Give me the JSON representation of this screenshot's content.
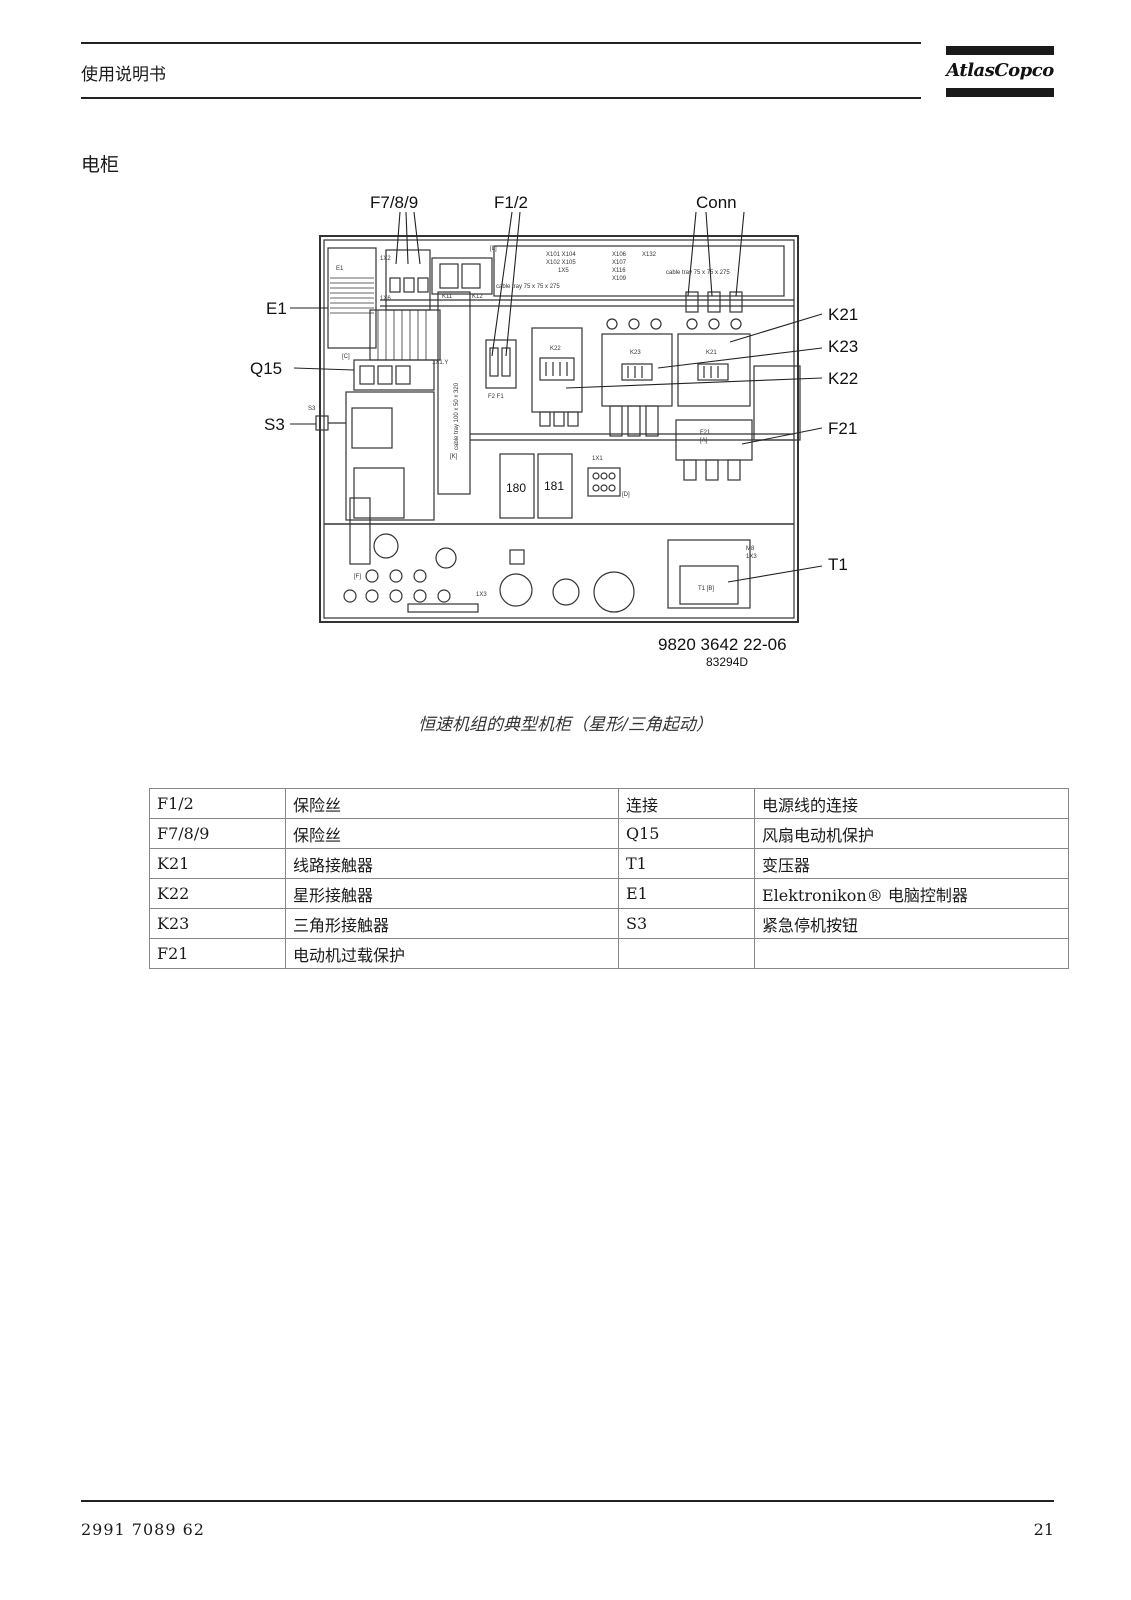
{
  "header": {
    "title": "使用说明书",
    "logo_text": "AtlasCopco"
  },
  "section": {
    "title": "电柜"
  },
  "diagram": {
    "callouts": {
      "f789": "F7/8/9",
      "f12": "F1/2",
      "conn": "Conn",
      "e1": "E1",
      "q15": "Q15",
      "s3": "S3",
      "k21": "K21",
      "k23": "K23",
      "k22": "K22",
      "f21": "F21",
      "t1": "T1"
    },
    "part_number": "9820 3642 22-06",
    "drawing_code": "83294D",
    "inner_labels": {
      "e1": "E1",
      "x101": "X101 X104",
      "x102": "X102 X105",
      "x1x5": "1X5",
      "x106": "X106",
      "x107": "X107",
      "x116": "X116",
      "x109": "X109",
      "x132": "X132",
      "cable_tray_top": "cable tray 75 x 75 x 275",
      "cable_tray_right": "cable tray 75 x 75 x 275",
      "cable_tray_vertical": "cable tray 100 x 50 x 320",
      "k11": "K11",
      "k12": "K12",
      "k22": "K22",
      "k23": "K23",
      "k21": "K21",
      "box180": "180",
      "box181": "181",
      "f2f1": "F2  F1",
      "f21a": "F21",
      "f21b": "[A]",
      "t1b": "T1  [B]",
      "x1x1": "1X1",
      "x1x3": "1X3",
      "d": "[D]",
      "k": "[K]",
      "c": "[C]",
      "l": "[L]",
      "m8": "M8",
      "m8b": "1X3",
      "s3": "S3",
      "f_bot": "[F]",
      "x1xy": "1X1.Y",
      "x1x6": "1X6",
      "x1x2": "1X2"
    }
  },
  "caption": "恒速机组的典型机柜（星形/三角起动）",
  "legend": [
    {
      "code1": "F1/2",
      "desc1": "保险丝",
      "code2": "连接",
      "desc2": "电源线的连接"
    },
    {
      "code1": "F7/8/9",
      "desc1": "保险丝",
      "code2": "Q15",
      "desc2": "风扇电动机保护"
    },
    {
      "code1": "K21",
      "desc1": "线路接触器",
      "code2": "T1",
      "desc2": "变压器"
    },
    {
      "code1": "K22",
      "desc1": "星形接触器",
      "code2": "E1",
      "desc2": "Elektronikon® 电脑控制器"
    },
    {
      "code1": "K23",
      "desc1": "三角形接触器",
      "code2": "S3",
      "desc2": "紧急停机按钮"
    },
    {
      "code1": "F21",
      "desc1": "电动机过载保护",
      "code2": "",
      "desc2": ""
    }
  ],
  "footer": {
    "doc_number": "2991 7089 62",
    "page": "21"
  }
}
